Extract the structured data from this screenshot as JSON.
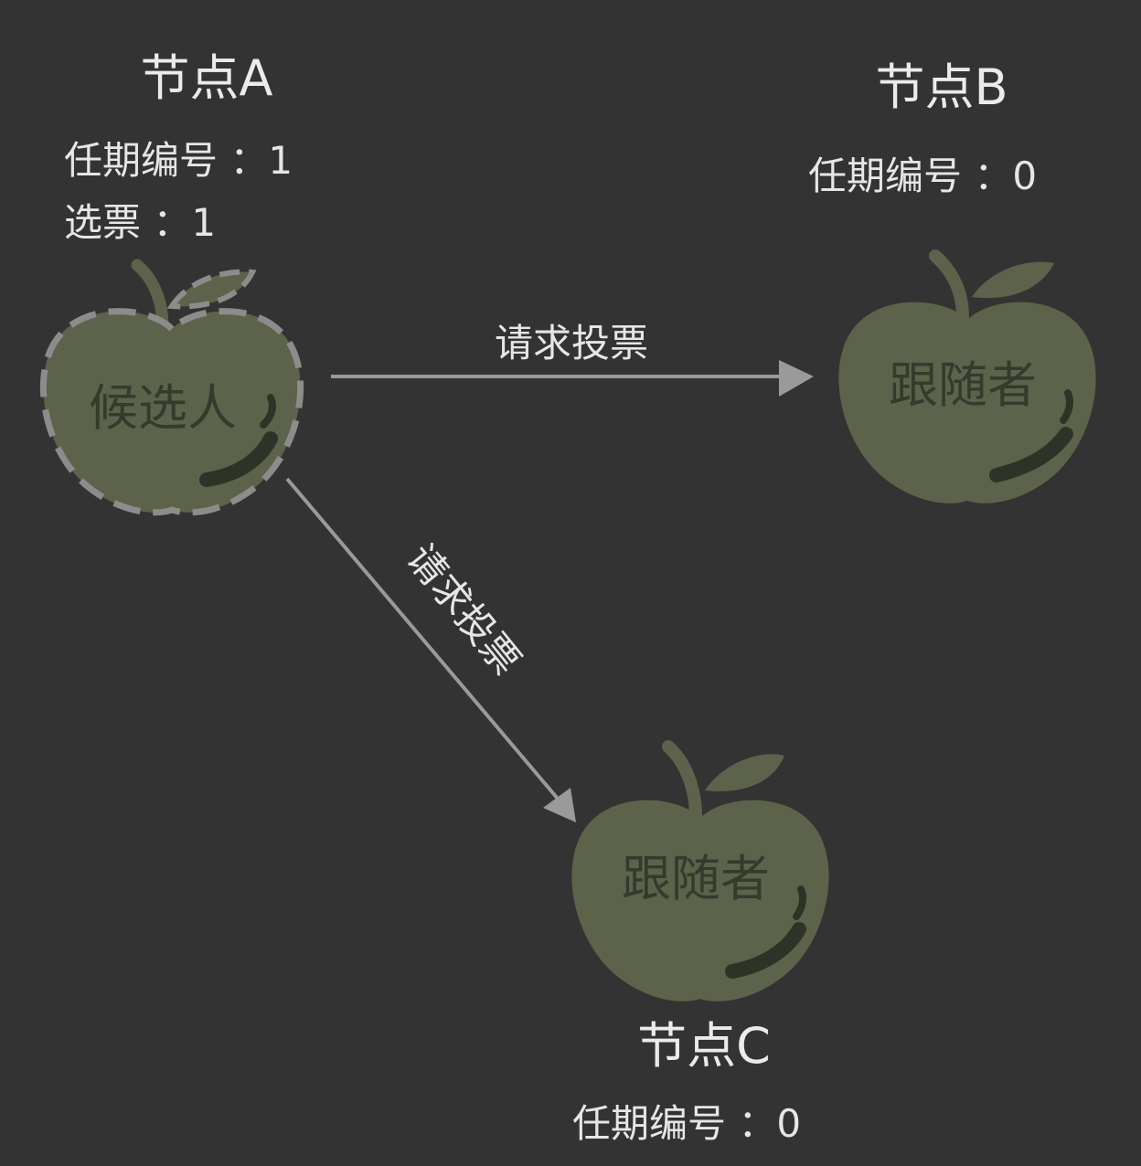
{
  "colors": {
    "background": "#333333",
    "apple_fill": "#5c634a",
    "apple_shine": "#2f3327",
    "candidate_outline": "#8c8c8c",
    "arrow": "#9a9a9a",
    "text": "#e6e6e6",
    "role_text": "#353a2c"
  },
  "nodes": {
    "a": {
      "title": "节点A",
      "term_line": "任期编号 ：1",
      "votes_line": "选票 ：1",
      "role": "候选人",
      "icon": "apple-icon"
    },
    "b": {
      "title": "节点B",
      "term_line": "任期编号 ：0",
      "role": "跟随者",
      "icon": "apple-icon"
    },
    "c": {
      "title": "节点C",
      "term_line": "任期编号 ：0",
      "role": "跟随者",
      "icon": "apple-icon"
    }
  },
  "edges": [
    {
      "from": "节点A",
      "to": "节点B",
      "label": "请求投票"
    },
    {
      "from": "节点A",
      "to": "节点C",
      "label": "请求投票"
    }
  ]
}
